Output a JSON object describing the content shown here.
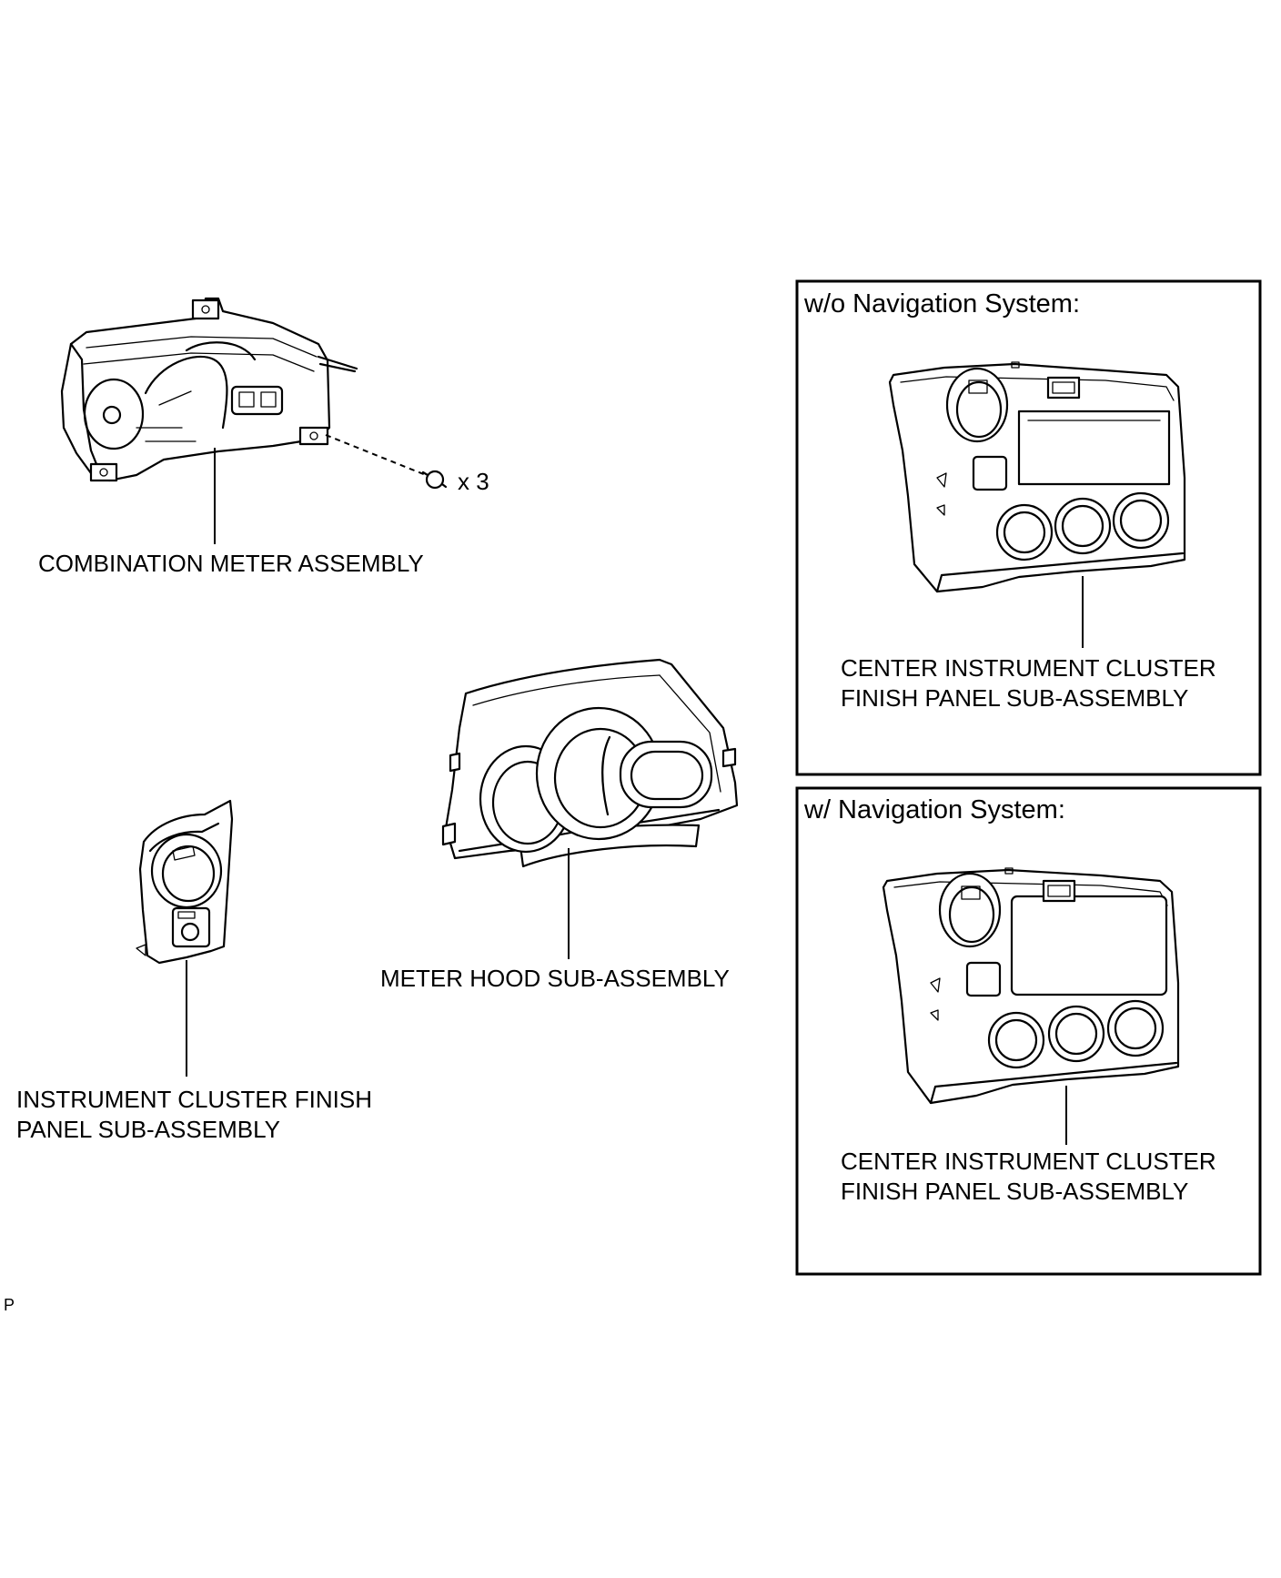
{
  "labels": {
    "combination_meter": "COMBINATION METER ASSEMBLY",
    "screw_qty": "x 3",
    "meter_hood": "METER HOOD SUB-ASSEMBLY",
    "instrument_panel_line1": "INSTRUMENT CLUSTER FINISH",
    "instrument_panel_line2": "PANEL SUB-ASSEMBLY",
    "center_panel_line1": "CENTER INSTRUMENT CLUSTER",
    "center_panel_line2": "FINISH PANEL SUB-ASSEMBLY",
    "corner_mark": "P"
  },
  "boxes": {
    "without_nav": {
      "header": "w/o Navigation System:"
    },
    "with_nav": {
      "header": "w/ Navigation System:"
    }
  },
  "colors": {
    "line": "#000000",
    "background": "#ffffff"
  }
}
